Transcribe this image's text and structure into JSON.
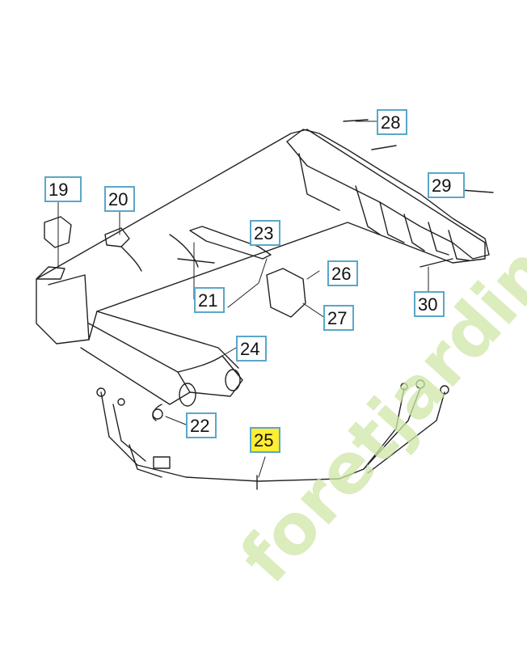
{
  "diagram": {
    "callouts": [
      "19",
      "20",
      "21",
      "22",
      "23",
      "24",
      "25",
      "26",
      "27",
      "28",
      "29",
      "30"
    ],
    "highlighted_callout": "25",
    "line_color": "#222222",
    "callout_border_color": "#5aa7c9",
    "highlight_color": "#ffee33"
  },
  "watermark": {
    "text": "foretjardin.com",
    "color_green": "#cfe6a8",
    "color_orange": "#f4c98f",
    "color_grey": "#c9c2b8"
  }
}
